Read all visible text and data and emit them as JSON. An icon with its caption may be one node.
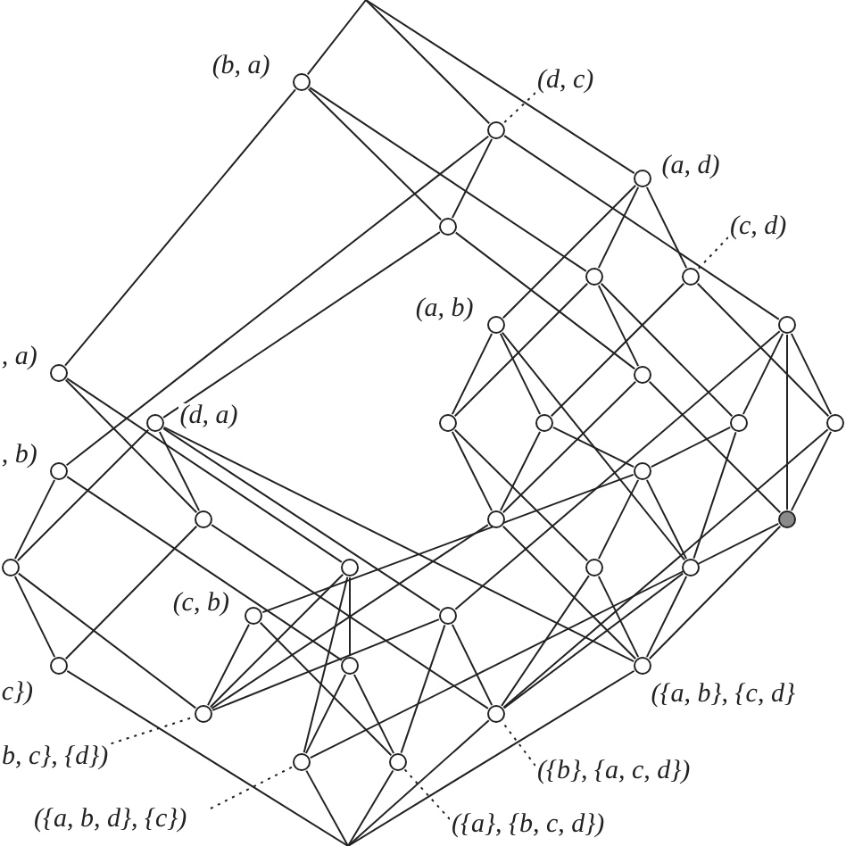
{
  "diagram": {
    "nodes": [
      {
        "text": [
          "(b, a)"
        ]
      },
      {
        "text": [],
        "shape": "circle"
      },
      {
        "text": [
          "(a, d)"
        ]
      },
      {
        "text": [],
        "shape": "circle"
      },
      {
        "text": [],
        "shape": "circle"
      },
      {
        "text": [],
        "shape": "circle"
      },
      {
        "text": [
          "(a, b)"
        ]
      },
      {
        "text": [],
        "shape": "circle"
      },
      {
        "text": [
          ", a)"
        ]
      },
      {
        "text": [],
        "shape": "circle"
      },
      {
        "text": [
          "(d, a)"
        ]
      },
      {
        "text": [],
        "shape": "circle"
      },
      {
        "text": [],
        "shape": "circle"
      },
      {
        "text": [],
        "shape": "circle"
      },
      {
        "text": [],
        "shape": "circle"
      },
      {
        "text": [
          ", b)"
        ]
      },
      {
        "text": [],
        "shape": "circle"
      },
      {
        "text": [],
        "shape": "circle"
      },
      {
        "text": [],
        "shape": "circle"
      },
      {
        "text": [],
        "shape": "circle"
      },
      {
        "text": [],
        "shape": "circle"
      },
      {
        "text": [],
        "shape": "circle"
      },
      {
        "text": [],
        "shape": "circle"
      },
      {
        "text": [],
        "shape": "circle"
      },
      {
        "text": [
          "(c, b)"
        ]
      },
      {
        "text": [],
        "shape": "circle"
      },
      {
        "text": [
          "c})"
        ]
      },
      {
        "text": [],
        "shape": "circle"
      },
      {
        "text": [
          "({a, b}, {c, d}"
        ]
      },
      {
        "text": [],
        "shape": "circle"
      },
      {
        "text": [],
        "shape": "circle"
      },
      {
        "text": [],
        "shape": "circle"
      },
      {
        "text": [],
        "shape": "circle"
      },
      {
        "text": [
          "(d, c)"
        ]
      },
      {
        "text": [
          "(c, d)"
        ]
      },
      {
        "text": [
          "b, c}, {d})"
        ]
      },
      {
        "text": [
          "({b}, {a, c, d})"
        ]
      },
      {
        "text": [
          "({a, b, d}, {c})"
        ]
      },
      {
        "text": [
          "({a}, {b, c, d})"
        ]
      }
    ],
    "edges": [
      {
        "from": null,
        "to": 0,
        "arrow": "none"
      },
      {
        "from": null,
        "to": 1,
        "arrow": "none"
      },
      {
        "from": null,
        "to": 2,
        "arrow": "none"
      },
      {
        "from": 0,
        "to": 8,
        "arrow": "none"
      },
      {
        "from": 0,
        "to": 3,
        "arrow": "none"
      },
      {
        "from": 0,
        "to": 4,
        "arrow": "none"
      },
      {
        "from": 1,
        "to": 3,
        "arrow": "none"
      },
      {
        "from": 1,
        "to": 15,
        "arrow": "none"
      },
      {
        "from": 1,
        "to": 7,
        "arrow": "none"
      },
      {
        "from": 2,
        "to": 6,
        "arrow": "none"
      },
      {
        "from": 2,
        "to": 4,
        "arrow": "none"
      },
      {
        "from": 2,
        "to": 5,
        "arrow": "none"
      },
      {
        "from": 3,
        "to": 10,
        "arrow": "none"
      },
      {
        "from": 3,
        "to": 9,
        "arrow": "none"
      },
      {
        "from": 4,
        "to": 11,
        "arrow": "none"
      },
      {
        "from": 4,
        "to": 9,
        "arrow": "none"
      },
      {
        "from": 4,
        "to": 13,
        "arrow": "none"
      },
      {
        "from": 5,
        "to": 12,
        "arrow": "none"
      },
      {
        "from": 5,
        "to": 14,
        "arrow": "none"
      },
      {
        "from": 6,
        "to": 11,
        "arrow": "none"
      },
      {
        "from": 6,
        "to": 12,
        "arrow": "none"
      },
      {
        "from": 6,
        "to": 23,
        "arrow": "none"
      },
      {
        "from": 7,
        "to": 13,
        "arrow": "none"
      },
      {
        "from": 7,
        "to": 14,
        "arrow": "none"
      },
      {
        "from": 7,
        "to": 19,
        "arrow": "none"
      },
      {
        "from": 7,
        "to": 25,
        "arrow": "none"
      },
      {
        "from": 8,
        "to": 17,
        "arrow": "none"
      },
      {
        "from": 8,
        "to": 21,
        "arrow": "none"
      },
      {
        "from": 9,
        "to": 18,
        "arrow": "none"
      },
      {
        "from": 9,
        "to": 19,
        "arrow": "none"
      },
      {
        "from": 10,
        "to": 17,
        "arrow": "none"
      },
      {
        "from": 10,
        "to": 20,
        "arrow": "none"
      },
      {
        "from": 10,
        "to": 25,
        "arrow": "none"
      },
      {
        "from": 10,
        "to": 28,
        "arrow": "none"
      },
      {
        "from": 11,
        "to": 18,
        "arrow": "none"
      },
      {
        "from": 11,
        "to": 22,
        "arrow": "none"
      },
      {
        "from": 12,
        "to": 18,
        "arrow": "none"
      },
      {
        "from": 12,
        "to": 16,
        "arrow": "none"
      },
      {
        "from": 13,
        "to": 16,
        "arrow": "none"
      },
      {
        "from": 13,
        "to": 23,
        "arrow": "none"
      },
      {
        "from": 14,
        "to": 19,
        "arrow": "none"
      },
      {
        "from": 14,
        "to": 30,
        "arrow": "none"
      },
      {
        "from": 15,
        "to": 20,
        "arrow": "none"
      },
      {
        "from": 15,
        "to": 27,
        "arrow": "none"
      },
      {
        "from": 16,
        "to": 22,
        "arrow": "none"
      },
      {
        "from": 16,
        "to": 23,
        "arrow": "none"
      },
      {
        "from": 17,
        "to": 26,
        "arrow": "none"
      },
      {
        "from": 17,
        "to": 30,
        "arrow": "none"
      },
      {
        "from": 18,
        "to": 29,
        "arrow": "none"
      },
      {
        "from": 18,
        "to": 28,
        "arrow": "none"
      },
      {
        "from": 19,
        "to": 28,
        "arrow": "none"
      },
      {
        "from": 19,
        "to": 31,
        "arrow": "none"
      },
      {
        "from": 20,
        "to": 26,
        "arrow": "none"
      },
      {
        "from": 20,
        "to": 29,
        "arrow": "none"
      },
      {
        "from": 21,
        "to": 27,
        "arrow": "none"
      },
      {
        "from": 21,
        "to": 31,
        "arrow": "none"
      },
      {
        "from": 21,
        "to": 29,
        "arrow": "none"
      },
      {
        "from": 22,
        "to": 28,
        "arrow": "none"
      },
      {
        "from": 22,
        "to": 30,
        "arrow": "none"
      },
      {
        "from": 23,
        "to": 28,
        "arrow": "none"
      },
      {
        "from": 23,
        "to": 30,
        "arrow": "none"
      },
      {
        "from": 24,
        "to": 29,
        "arrow": "none"
      },
      {
        "from": 24,
        "to": 32,
        "arrow": "none"
      },
      {
        "from": 24,
        "to": 16,
        "arrow": "none"
      },
      {
        "from": 25,
        "to": 29,
        "arrow": "none"
      },
      {
        "from": 25,
        "to": 30,
        "arrow": "none"
      },
      {
        "from": 25,
        "to": 32,
        "arrow": "none"
      },
      {
        "from": 27,
        "to": 31,
        "arrow": "none"
      },
      {
        "from": 27,
        "to": 32,
        "arrow": "none"
      },
      {
        "from": 26,
        "to": null,
        "arrow": "none"
      },
      {
        "from": 28,
        "to": null,
        "arrow": "none"
      },
      {
        "from": 30,
        "to": null,
        "arrow": "none"
      },
      {
        "from": 31,
        "to": null,
        "arrow": "none"
      },
      {
        "from": 32,
        "to": null,
        "arrow": "none"
      },
      {
        "from": 33,
        "to": 1,
        "arrow": "none",
        "style": "dashed"
      },
      {
        "from": 34,
        "to": 5,
        "arrow": "none",
        "style": "dashed"
      },
      {
        "from": 35,
        "to": 29,
        "arrow": "none",
        "style": "dashed"
      },
      {
        "from": 36,
        "to": 30,
        "arrow": "none",
        "style": "dashed"
      },
      {
        "from": 37,
        "to": 31,
        "arrow": "none",
        "style": "dashed"
      },
      {
        "from": 38,
        "to": 32,
        "arrow": "none",
        "style": "dashed"
      }
    ]
  }
}
